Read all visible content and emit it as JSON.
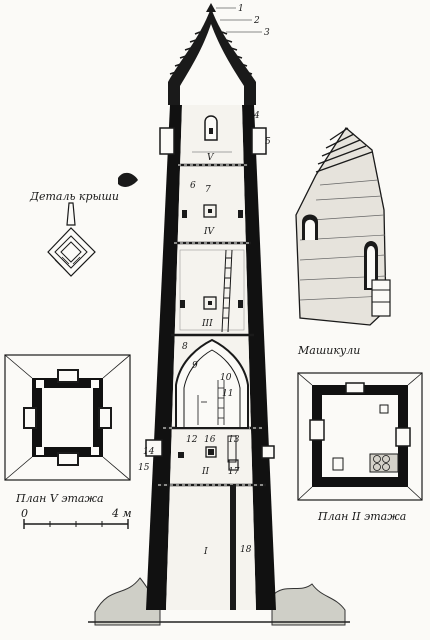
{
  "captions": {
    "roof_detail": "Деталь крыши",
    "machicolations": "Машикули",
    "plan_v": "План V этажа",
    "plan_ii": "План II этажа"
  },
  "scale_bar": {
    "start": "0",
    "end": "4 м"
  },
  "floor_labels": [
    "I",
    "II",
    "III",
    "IV",
    "V"
  ],
  "callouts": [
    "1",
    "2",
    "3",
    "4",
    "5",
    "6",
    "7",
    "8",
    "9",
    "10",
    "11",
    "12",
    "13",
    "14",
    "15",
    "16",
    "17",
    "18"
  ]
}
